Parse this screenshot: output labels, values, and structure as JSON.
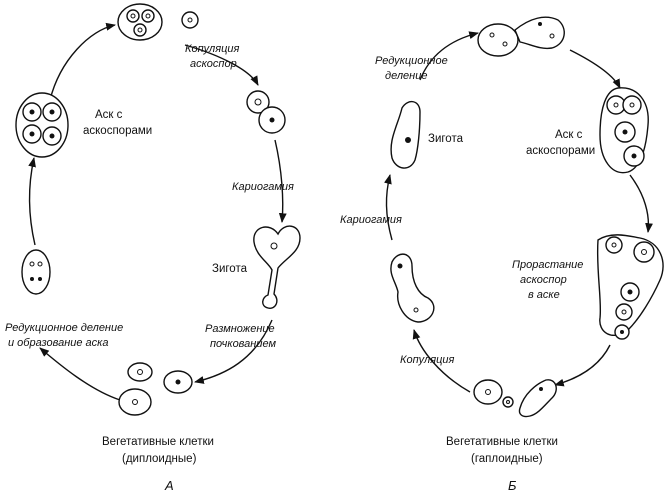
{
  "colors": {
    "ink": "#111111",
    "background": "#ffffff"
  },
  "panel_a": {
    "label": "А",
    "ask_label_1": "Аск с",
    "ask_label_2": "аскоспорами",
    "copulation_1": "Копуляция",
    "copulation_2": "аскоспор",
    "karyogamy": "Кариогамия",
    "zygote": "Зигота",
    "budding_1": "Размножение",
    "budding_2": "почкованием",
    "reduction_1": "Редукционное деление",
    "reduction_2": "и образование аска",
    "veg_1": "Вегетативные клетки",
    "veg_2": "(диплоидные)"
  },
  "panel_b": {
    "label": "Б",
    "reduction_1": "Редукционное",
    "reduction_2": "деление",
    "zygote": "Зигота",
    "ask_label_1": "Аск с",
    "ask_label_2": "аскоспорами",
    "karyogamy": "Кариогамия",
    "germination_1": "Прорастание",
    "germination_2": "аскоспор",
    "germination_3": "в аске",
    "copulation": "Копуляция",
    "veg_1": "Вегетативные клетки",
    "veg_2": "(гаплоидные)"
  }
}
